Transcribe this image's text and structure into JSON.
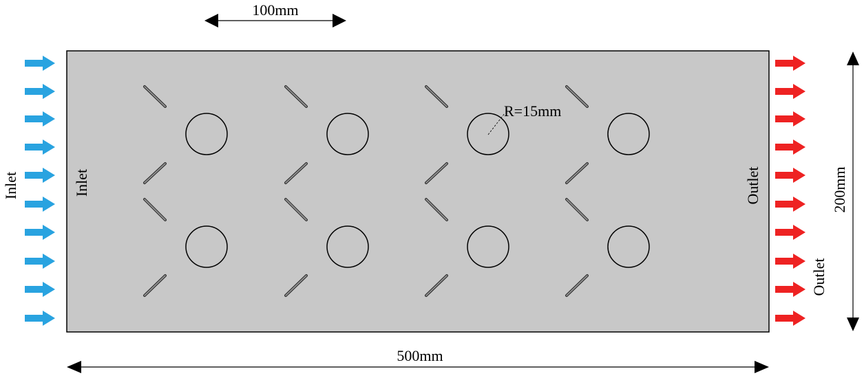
{
  "labels": {
    "top_dimension": "100mm",
    "bottom_dimension": "500mm",
    "right_dimension": "200mm",
    "radius": "R=15mm",
    "inlet_outer": "Inlet",
    "inlet_inner": "Inlet",
    "outlet_inner": "Outlet",
    "outlet_outer": "Outlet"
  },
  "colors": {
    "domain_fill": "#c8c8c8",
    "inlet_arrow": "#29a3e0",
    "outlet_arrow": "#ee2222",
    "outline": "#000000"
  },
  "arrows": {
    "inlet_count": 10,
    "outlet_count": 10
  },
  "cylinders": {
    "columns": 4,
    "rows": 2
  },
  "icons": {
    "inlet_arrow": "right-arrow-icon",
    "outlet_arrow": "right-arrow-icon"
  }
}
